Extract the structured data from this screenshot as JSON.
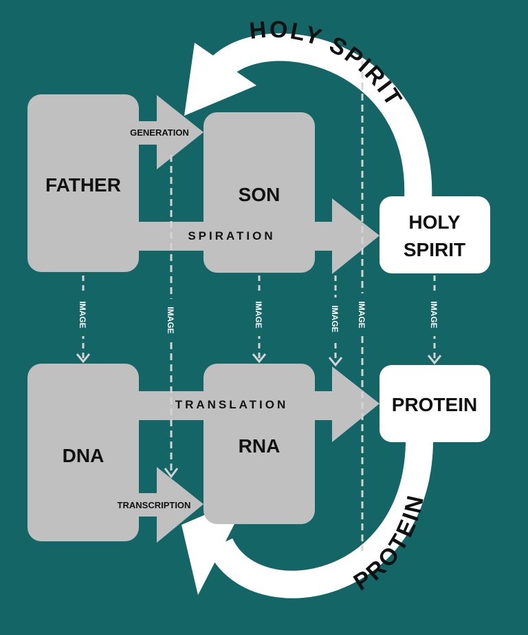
{
  "colors": {
    "background": "#136566",
    "node_fill": "#c0c0c0",
    "highlight_fill": "#ffffff",
    "text": "#111111",
    "link": "#c0c0c0",
    "image_link": "#d4d4d4"
  },
  "nodes": {
    "father": "FATHER",
    "son": "SON",
    "holy_spirit_line1": "HOLY",
    "holy_spirit_line2": "SPIRIT",
    "dna": "DNA",
    "rna": "RNA",
    "protein": "PROTEIN"
  },
  "arrows": {
    "generation": "GENERATION",
    "spiration": "SPIRATION",
    "translation": "TRANSLATION",
    "transcription": "TRANSCRIPTION"
  },
  "image_link_label": "IMAGE",
  "ring_labels": {
    "top": "HOLY SPIRIT",
    "bottom": "PROTEIN"
  }
}
